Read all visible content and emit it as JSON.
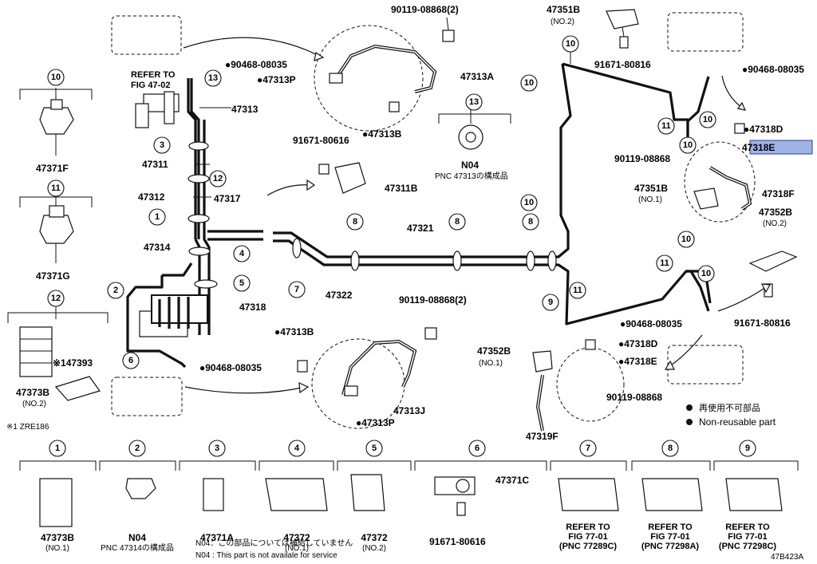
{
  "legend": {
    "reuse_jp": "再使用不可部品",
    "reuse_en": "Non-reusable part"
  },
  "diagram_code": "47B423A",
  "footnote": "※1 ZRE186",
  "refer_to_fig": "REFER TO\nFIG 47-02",
  "highlight_label": "47318E",
  "callout_13_box": {
    "number": "13",
    "part": "N04",
    "pnc": "PNC 47313の構成品"
  },
  "main_labels": [
    {
      "id": "l-47351b-top",
      "text": "47351B"
    },
    {
      "id": "l-no2-top",
      "text": "(NO.2)"
    },
    {
      "id": "l-90119-top",
      "text": "90119-08868(2)"
    },
    {
      "id": "l-91671-top",
      "text": "91671-80816"
    },
    {
      "id": "l-90468-tl",
      "text": "●90468-08035"
    },
    {
      "id": "l-90468-tr",
      "text": "●90468-08035"
    },
    {
      "id": "l-47313p-top",
      "text": "●47313P"
    },
    {
      "id": "l-47313a",
      "text": "47313A"
    },
    {
      "id": "l-47313",
      "text": "47313"
    },
    {
      "id": "l-47313b-top",
      "text": "●47313B"
    },
    {
      "id": "l-47318d-top",
      "text": "●47318D"
    },
    {
      "id": "l-90119-mid",
      "text": "90119-08868"
    },
    {
      "id": "l-47351b-mid",
      "text": "47351B"
    },
    {
      "id": "l-no1-mid",
      "text": "(NO.1)"
    },
    {
      "id": "l-47318f",
      "text": "47318F"
    },
    {
      "id": "l-47352b-r",
      "text": "47352B"
    },
    {
      "id": "l-no2-r",
      "text": "(NO.2)"
    },
    {
      "id": "l-91671-mid",
      "text": "91671-80616"
    },
    {
      "id": "l-47311b",
      "text": "47311B"
    },
    {
      "id": "l-47311",
      "text": "47311"
    },
    {
      "id": "l-47312",
      "text": "47312"
    },
    {
      "id": "l-47317",
      "text": "47317"
    },
    {
      "id": "l-47321",
      "text": "47321"
    },
    {
      "id": "l-47314",
      "text": "47314"
    },
    {
      "id": "l-47318",
      "text": "47318"
    },
    {
      "id": "l-47322",
      "text": "47322"
    },
    {
      "id": "l-90119-bot",
      "text": "90119-08868(2)"
    },
    {
      "id": "l-91671-r",
      "text": "91671-80816"
    },
    {
      "id": "l-90468-br",
      "text": "●90468-08035"
    },
    {
      "id": "l-47313b-bot",
      "text": "●47313B"
    },
    {
      "id": "l-47318d-bot",
      "text": "●47318D"
    },
    {
      "id": "l-47352b-bot",
      "text": "47352B"
    },
    {
      "id": "l-no1-bot",
      "text": "(NO.1)"
    },
    {
      "id": "l-47318e-bot",
      "text": "●47318E"
    },
    {
      "id": "l-90468-bl",
      "text": "●90468-08035"
    },
    {
      "id": "l-90119-br",
      "text": "90119-08868"
    },
    {
      "id": "l-47313j",
      "text": "47313J"
    },
    {
      "id": "l-47313p-bot",
      "text": "●47313P"
    },
    {
      "id": "l-47319f",
      "text": "47319F"
    },
    {
      "id": "l-47371f",
      "text": "47371F"
    },
    {
      "id": "l-47371g",
      "text": "47371G"
    },
    {
      "id": "l-47393",
      "text": "※147393"
    },
    {
      "id": "l-47373b-top",
      "text": "47373B"
    },
    {
      "id": "l-no2-left",
      "text": "(NO.2)"
    }
  ],
  "bottom_callouts": [
    {
      "n": "1",
      "part": "47373B",
      "sub": "(NO.1)"
    },
    {
      "n": "2",
      "part": "N04",
      "sub": "PNC 47314の構成品"
    },
    {
      "n": "3",
      "part": "47371A",
      "sub": ""
    },
    {
      "n": "4",
      "part": "47372",
      "sub": "(NO.1)"
    },
    {
      "n": "5",
      "part": "47372",
      "sub": "(NO.2)"
    },
    {
      "n": "6",
      "part": "47371C",
      "sub": "91671-80616"
    },
    {
      "n": "7",
      "part": "REFER TO\nFIG 77-01\n(PNC 77289C)",
      "sub": ""
    },
    {
      "n": "8",
      "part": "REFER TO\nFIG 77-01\n(PNC 77298A)",
      "sub": ""
    },
    {
      "n": "9",
      "part": "REFER TO\nFIG 77-01\n(PNC 77298C)",
      "sub": ""
    }
  ],
  "bottom_notes": {
    "n04_jp": "N04：この部品については補給していません",
    "n04_en": "N04 : This part is not availale for service"
  },
  "circle_markers": [
    "10",
    "11",
    "12",
    "13",
    "1",
    "2",
    "3",
    "4",
    "5",
    "6",
    "7",
    "8",
    "9"
  ]
}
